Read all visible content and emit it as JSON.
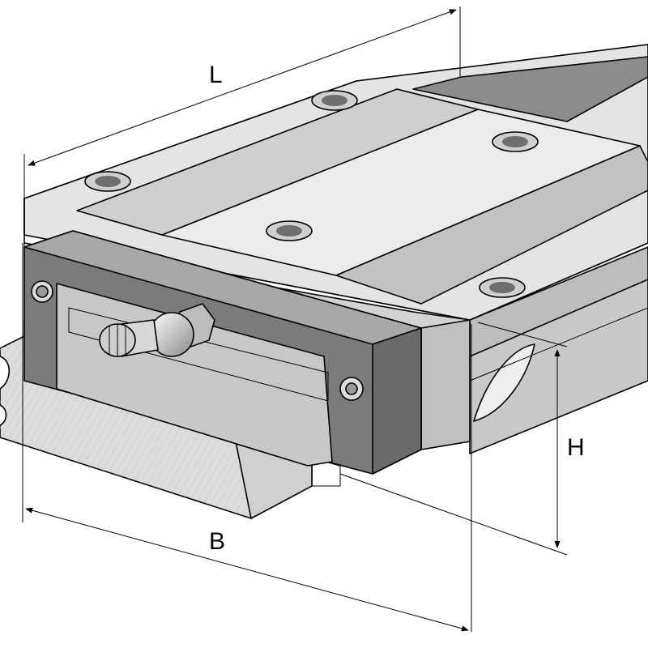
{
  "labels": {
    "length": "L",
    "height": "H",
    "width": "B"
  },
  "colors": {
    "block_light": "#e4e4e4",
    "block_mid": "#bdbdbd",
    "block_dark": "#8c8c8c",
    "end_cap": "#7b7b7b",
    "rail": "#d6d6d6",
    "line": "#000000"
  }
}
